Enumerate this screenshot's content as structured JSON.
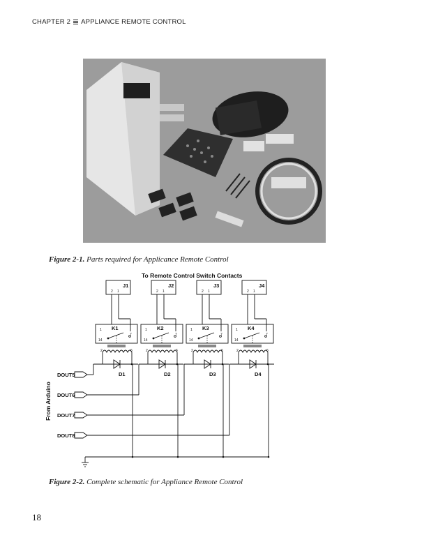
{
  "header": {
    "chapter": "CHAPTER 2",
    "title": "APPLIANCE REMOTE CONTROL"
  },
  "figure1": {
    "label": "Figure 2-1.",
    "text": "Parts required for Applicance Remote Control"
  },
  "figure2": {
    "label": "Figure 2-2.",
    "text": "Complete schematic for Appliance Remote Control",
    "top_label": "To Remote Control Switch Contacts",
    "side_label": "From Arduino",
    "connectors": [
      "J1",
      "J2",
      "J3",
      "J4"
    ],
    "relays": [
      "K1",
      "K2",
      "K3",
      "K4"
    ],
    "diodes": [
      "D1",
      "D2",
      "D3",
      "D4"
    ],
    "inputs": [
      "DOUT5",
      "DOUT6",
      "DOUT7",
      "DOUT8"
    ],
    "pin_labels": {
      "p1": "1",
      "p2": "2",
      "p6": "6",
      "p7": "7",
      "p14": "14"
    }
  },
  "page_number": "18"
}
